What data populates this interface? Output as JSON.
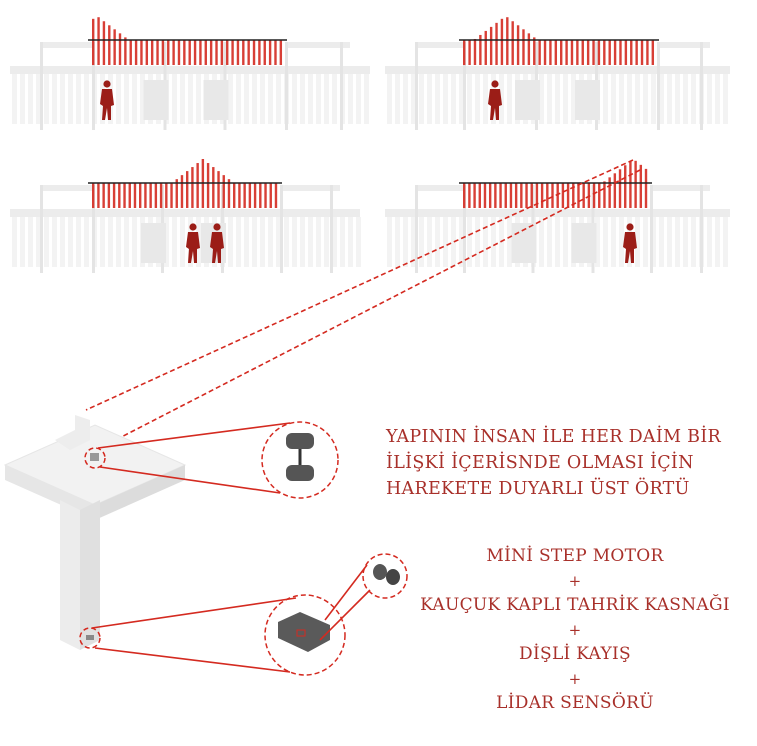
{
  "colors": {
    "accent": "#a8302a",
    "bar": "#d42a20",
    "figure": "#9b1d17",
    "ghost": "#ececec",
    "device": "#555555"
  },
  "title_lines": [
    "YAPININ İNSAN İLE HER DAİM BİR",
    "İLİŞKİ İÇERİSNDE OLMASI İÇİN",
    "HAREKETE DUYARLI ÜST ÖRTÜ"
  ],
  "components": [
    "MİNİ STEP MOTOR",
    "+",
    "KAUÇUK KAPLI TAHRİK KASNAĞI",
    "+",
    "DİŞLİ KAYIŞ",
    "+",
    "LİDAR SENSÖRÜ"
  ],
  "panels": [
    {
      "name": "elevation-person-left",
      "people": 1,
      "peak_position": 0.02
    },
    {
      "name": "elevation-person-center-left",
      "people": 1,
      "peak_position": 0.22
    },
    {
      "name": "elevation-two-people",
      "people": 2,
      "peak_position": 0.6
    },
    {
      "name": "elevation-person-right",
      "people": 1,
      "peak_position": 0.93
    }
  ]
}
